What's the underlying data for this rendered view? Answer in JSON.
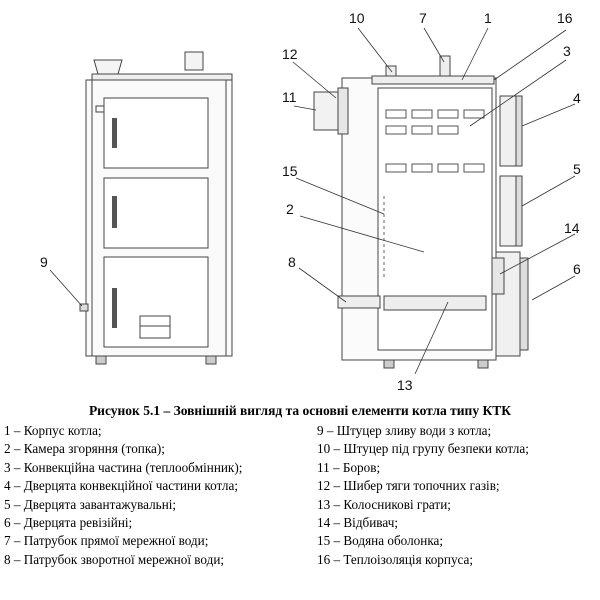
{
  "figure": {
    "caption": "Рисунок 5.1 – Зовнішній вигляд та основні елементи котла типу КТК",
    "callouts": [
      "10",
      "7",
      "1",
      "16",
      "12",
      "3",
      "11",
      "4",
      "15",
      "5",
      "2",
      "14",
      "9",
      "8",
      "6",
      "13"
    ],
    "legend_left": [
      "1 – Корпус котла;",
      "2 – Камера згоряння (топка);",
      "3 – Конвекційна частина (теплообмінник);",
      "4 – Дверцята конвекційної частини котла;",
      "5 – Дверцята завантажувальні;",
      "6 – Дверцята ревізійні;",
      "7 – Патрубок прямої мережної води;",
      "8 – Патрубок зворотної мережної води;"
    ],
    "legend_right": [
      "9 – Штуцер зливу води з котла;",
      "10 – Штуцер під групу безпеки котла;",
      "11 – Боров;",
      "12 – Шибер тяги топочних газів;",
      "13 – Колосникові грати;",
      "14 – Відбивач;",
      "15 – Водяна оболонка;",
      "16 – Теплоізоляція корпуса;"
    ]
  }
}
